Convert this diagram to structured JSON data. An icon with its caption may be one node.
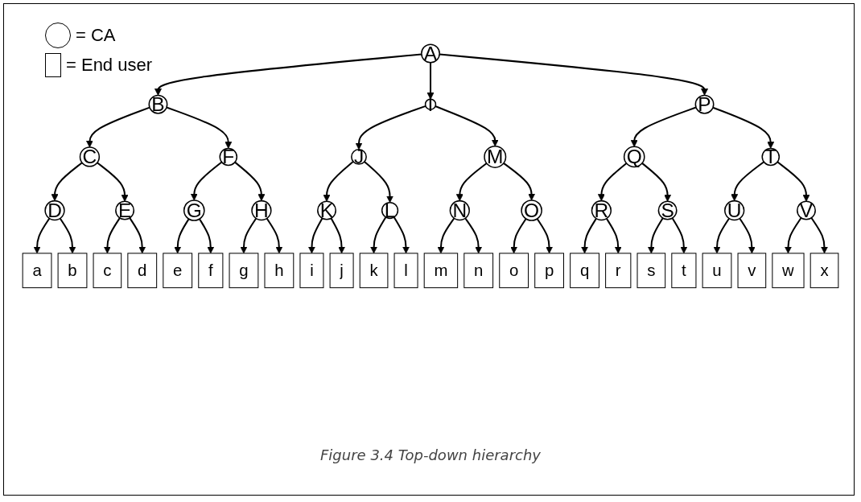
{
  "diagram": {
    "caption": "Figure 3.4  Top-down hierarchy",
    "nodes": [
      {
        "text": [
          "A"
        ]
      },
      {
        "text": [
          "B"
        ]
      },
      {
        "text": [
          "I"
        ]
      },
      {
        "text": [
          "P"
        ]
      },
      {
        "text": [
          "C"
        ]
      },
      {
        "text": [
          "F"
        ]
      },
      {
        "text": [
          "J"
        ]
      },
      {
        "text": [
          "M"
        ]
      },
      {
        "text": [
          "Q"
        ]
      },
      {
        "text": [
          "T"
        ]
      },
      {
        "text": [
          "D"
        ]
      },
      {
        "text": [
          "E"
        ]
      },
      {
        "text": [
          "G"
        ]
      },
      {
        "text": [
          "H"
        ]
      },
      {
        "text": [
          "K"
        ]
      },
      {
        "text": [
          "L"
        ]
      },
      {
        "text": [
          "N"
        ]
      },
      {
        "text": [
          "O"
        ]
      },
      {
        "text": [
          "R"
        ]
      },
      {
        "text": [
          "S"
        ]
      },
      {
        "text": [
          "U"
        ]
      },
      {
        "text": [
          "V"
        ]
      },
      {
        "text": [
          "a"
        ]
      },
      {
        "text": [
          "b"
        ]
      },
      {
        "text": [
          "c"
        ]
      },
      {
        "text": [
          "d"
        ]
      },
      {
        "text": [
          "e"
        ]
      },
      {
        "text": [
          "f"
        ]
      },
      {
        "text": [
          "g"
        ]
      },
      {
        "text": [
          "h"
        ]
      },
      {
        "text": [
          "i"
        ]
      },
      {
        "text": [
          "j"
        ]
      },
      {
        "text": [
          "k"
        ]
      },
      {
        "text": [
          "l"
        ]
      },
      {
        "text": [
          "m"
        ]
      },
      {
        "text": [
          "n"
        ]
      },
      {
        "text": [
          "o"
        ]
      },
      {
        "text": [
          "p"
        ]
      },
      {
        "text": [
          "q"
        ]
      },
      {
        "text": [
          "r"
        ]
      },
      {
        "text": [
          "s"
        ]
      },
      {
        "text": [
          "t"
        ]
      },
      {
        "text": [
          "u"
        ]
      },
      {
        "text": [
          "v"
        ]
      },
      {
        "text": [
          "w"
        ]
      },
      {
        "text": [
          "x"
        ]
      }
    ],
    "edges": [
      {
        "from": 0,
        "to": 1,
        "arrow": "to"
      },
      {
        "from": 0,
        "to": 2,
        "arrow": "to"
      },
      {
        "from": 0,
        "to": 3,
        "arrow": "to"
      },
      {
        "from": 1,
        "to": 4,
        "arrow": "to"
      },
      {
        "from": 1,
        "to": 5,
        "arrow": "to"
      },
      {
        "from": 2,
        "to": 6,
        "arrow": "to"
      },
      {
        "from": 2,
        "to": 7,
        "arrow": "to"
      },
      {
        "from": 3,
        "to": 8,
        "arrow": "to"
      },
      {
        "from": 3,
        "to": 9,
        "arrow": "to"
      },
      {
        "from": 4,
        "to": 10,
        "arrow": "to"
      },
      {
        "from": 4,
        "to": 11,
        "arrow": "to"
      },
      {
        "from": 5,
        "to": 12,
        "arrow": "to"
      },
      {
        "from": 5,
        "to": 13,
        "arrow": "to"
      },
      {
        "from": 6,
        "to": 14,
        "arrow": "to"
      },
      {
        "from": 6,
        "to": 15,
        "arrow": "to"
      },
      {
        "from": 7,
        "to": 16,
        "arrow": "to"
      },
      {
        "from": 7,
        "to": 17,
        "arrow": "to"
      },
      {
        "from": 8,
        "to": 18,
        "arrow": "to"
      },
      {
        "from": 8,
        "to": 19,
        "arrow": "to"
      },
      {
        "from": 9,
        "to": 20,
        "arrow": "to"
      },
      {
        "from": 9,
        "to": 21,
        "arrow": "to"
      },
      {
        "from": 10,
        "to": 22,
        "arrow": "to"
      },
      {
        "from": 10,
        "to": 23,
        "arrow": "to"
      },
      {
        "from": 11,
        "to": 24,
        "arrow": "to"
      },
      {
        "from": 11,
        "to": 25,
        "arrow": "to"
      },
      {
        "from": 12,
        "to": 26,
        "arrow": "to"
      },
      {
        "from": 12,
        "to": 27,
        "arrow": "to"
      },
      {
        "from": 13,
        "to": 28,
        "arrow": "to"
      },
      {
        "from": 13,
        "to": 29,
        "arrow": "to"
      },
      {
        "from": 14,
        "to": 30,
        "arrow": "to"
      },
      {
        "from": 14,
        "to": 31,
        "arrow": "to"
      },
      {
        "from": 15,
        "to": 32,
        "arrow": "to"
      },
      {
        "from": 15,
        "to": 33,
        "arrow": "to"
      },
      {
        "from": 16,
        "to": 34,
        "arrow": "to"
      },
      {
        "from": 16,
        "to": 35,
        "arrow": "to"
      },
      {
        "from": 17,
        "to": 36,
        "arrow": "to"
      },
      {
        "from": 17,
        "to": 37,
        "arrow": "to"
      },
      {
        "from": 18,
        "to": 38,
        "arrow": "to"
      },
      {
        "from": 18,
        "to": 39,
        "arrow": "to"
      },
      {
        "from": 19,
        "to": 40,
        "arrow": "to"
      },
      {
        "from": 19,
        "to": 41,
        "arrow": "to"
      },
      {
        "from": 20,
        "to": 42,
        "arrow": "to"
      },
      {
        "from": 20,
        "to": 43,
        "arrow": "to"
      },
      {
        "from": 21,
        "to": 44,
        "arrow": "to"
      },
      {
        "from": 21,
        "to": 45,
        "arrow": "to"
      }
    ],
    "legend": [
      {
        "text": "= CA"
      },
      {
        "text": "= End user"
      }
    ]
  }
}
